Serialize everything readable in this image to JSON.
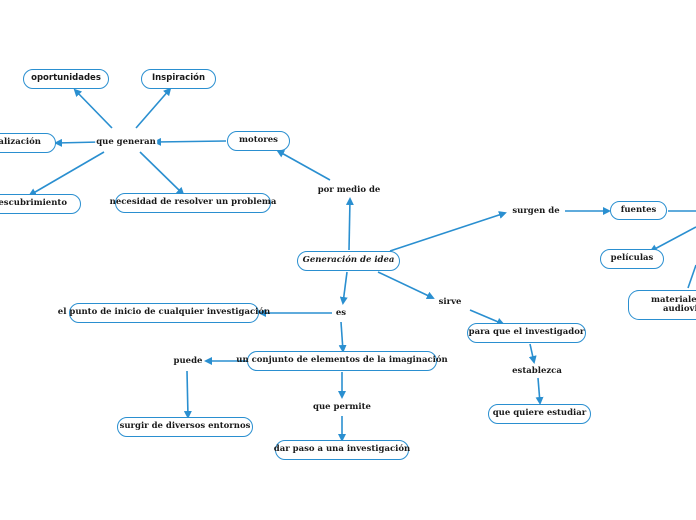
{
  "mindmap": {
    "accent_color": "#2a8fd0",
    "central": "Generación de idea",
    "nodes": {
      "oportunidades": "oportunidades",
      "inspiracion": "Inspiración",
      "actualizacion": "tualización",
      "descubrimiento": "e descubrimiento",
      "necesidad": "necesidad de resolver un problema",
      "motores": "motores",
      "punto_inicio": "el punto de inicio de cualquier investigación",
      "conjunto": "un conjunto de elementos de la imaginación",
      "surgir": "surgir de diversos entornos",
      "dar_paso": "dar paso a una investigación",
      "investigador": "para que el investigador",
      "quiere_estudiar": "que quiere estudiar",
      "fuentes": "fuentes",
      "peliculas": "películas",
      "materiales_1": "materiales e",
      "materiales_2": "audiovisu"
    },
    "links": {
      "que_generan": "que generan",
      "por_medio_de": "por medio de",
      "surgen_de": "surgen de",
      "sirve": "sirve",
      "es": "es",
      "puede": "puede",
      "que_permite": "que permite",
      "establezca": "establezca"
    }
  }
}
